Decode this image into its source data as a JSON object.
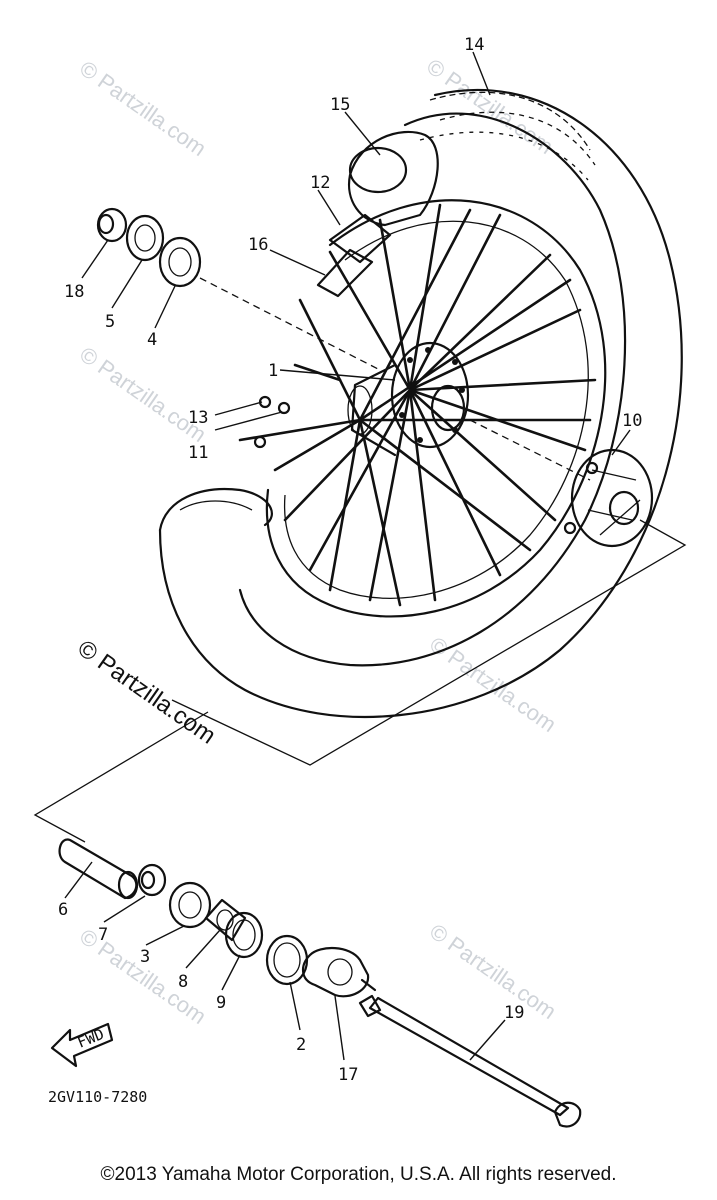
{
  "callouts": {
    "c1": "1",
    "c2": "2",
    "c3": "3",
    "c4": "4",
    "c5": "5",
    "c6": "6",
    "c7": "7",
    "c8": "8",
    "c9": "9",
    "c10": "10",
    "c11": "11",
    "c12": "12",
    "c13": "13",
    "c14": "14",
    "c15": "15",
    "c16": "16",
    "c17": "17",
    "c18": "18",
    "c19": "19"
  },
  "watermark": "© Partzilla.com",
  "diagram_code": "2GV110-7280",
  "fwd_label": "FWD",
  "copyright": "©2013 Yamaha Motor Corporation, U.S.A. All rights reserved."
}
